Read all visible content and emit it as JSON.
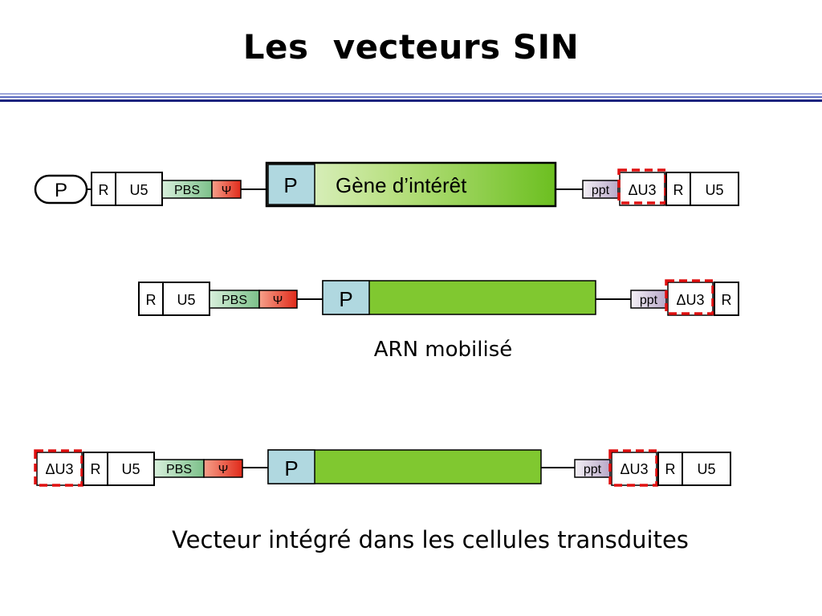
{
  "title": "Les  vecteurs SIN",
  "labels": {
    "promoter": "P",
    "r": "R",
    "u5": "U5",
    "pbs": "PBS",
    "psi": "Ψ",
    "ppt": "ppt",
    "delta_u3": "ΔU3",
    "gene": "Gène d’intérêt"
  },
  "captions": {
    "rna": "ARN mobilisé",
    "integrated": "Vecteur intégré dans les cellules transduites"
  },
  "colors": {
    "title_rule": "#1a237e",
    "title_rule_light": "#9fa8da",
    "gene_green": "#80c830",
    "promoter_blue": "#b0d8e0",
    "psi_red": "#e53935",
    "pbs_green": "#a5d6b0",
    "ppt_grey": "#d0c8d8",
    "deletion_dash": "#e01010"
  }
}
